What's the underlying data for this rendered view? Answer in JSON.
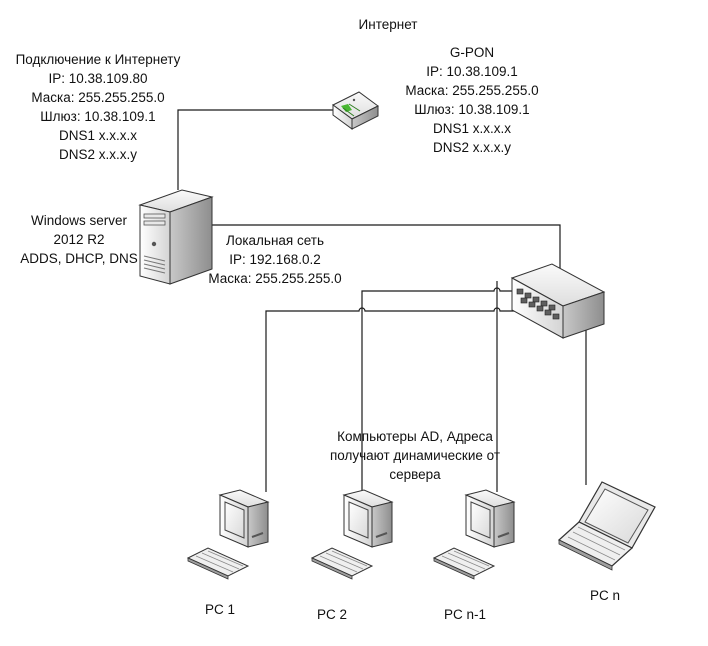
{
  "internet": {
    "label": "Интернет"
  },
  "wan_connection": {
    "lines": [
      "Подключение к Интернету",
      "IP: 10.38.109.80",
      "Маска: 255.255.255.0",
      "Шлюз: 10.38.109.1",
      "DNS1 x.x.x.x",
      "DNS2 x.x.x.y"
    ]
  },
  "gpon": {
    "lines": [
      "G-PON",
      "IP: 10.38.109.1",
      "Маска: 255.255.255.0",
      "Шлюз: 10.38.109.1",
      "DNS1 x.x.x.x",
      "DNS2 x.x.x.y"
    ]
  },
  "server": {
    "lines": [
      "Windows server",
      "2012 R2",
      "ADDS, DHCP, DNS"
    ]
  },
  "lan": {
    "lines": [
      "Локальная сеть",
      "IP: 192.168.0.2",
      "Маска: 255.255.255.0"
    ]
  },
  "clients_note": {
    "lines": [
      "Компьютеры AD, Адреса",
      "получают динамические от",
      "сервера"
    ]
  },
  "computers": [
    {
      "label": "PC 1"
    },
    {
      "label": "PC 2"
    },
    {
      "label": "PC n-1"
    },
    {
      "label": "PC n"
    }
  ],
  "colors": {
    "line": "#1a1a1a",
    "device_light": "#f2f2f2",
    "device_shade": "#bdbdbd",
    "router_led": "#49b832"
  },
  "icons": [
    "router-icon",
    "server-icon",
    "switch-icon",
    "desktop-pc-icon",
    "laptop-icon"
  ]
}
